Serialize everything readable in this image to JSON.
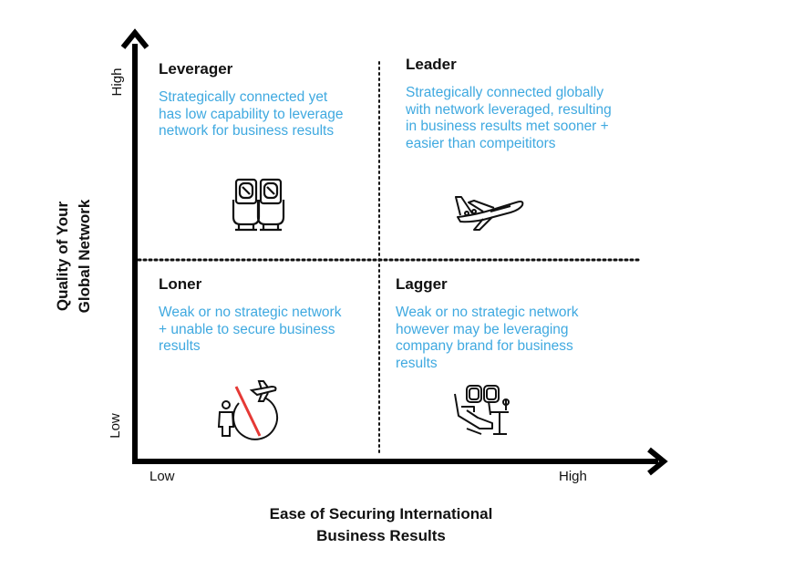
{
  "colors": {
    "accent": "#3fa9e0",
    "text": "#111111",
    "forbidden": "#e53935"
  },
  "axes": {
    "y_title": "Quality of Your\nGlobal Network",
    "y_high": "High",
    "y_low": "Low",
    "x_title": "Ease of Securing International\nBusiness Results",
    "x_low": "Low",
    "x_high": "High"
  },
  "quadrants": {
    "leverager": {
      "title": "Leverager",
      "description": "Strategically connected yet\nhas low capability to leverage\nnetwork for business results",
      "icon": "airplane-seats-icon"
    },
    "leader": {
      "title": "Leader",
      "description": "Strategically connected globally\nwith network leveraged, resulting\nin business results met sooner +\neasier than compeititors",
      "icon": "private-jet-icon"
    },
    "loner": {
      "title": "Loner",
      "description": "Weak or no strategic network\n+ unable to secure business\nresults",
      "icon": "no-travel-icon"
    },
    "lagger": {
      "title": "Lagger",
      "description": "Weak or no strategic network\nhowever may be leveraging\ncompany brand for business\nresults",
      "icon": "business-class-seat-icon"
    }
  }
}
